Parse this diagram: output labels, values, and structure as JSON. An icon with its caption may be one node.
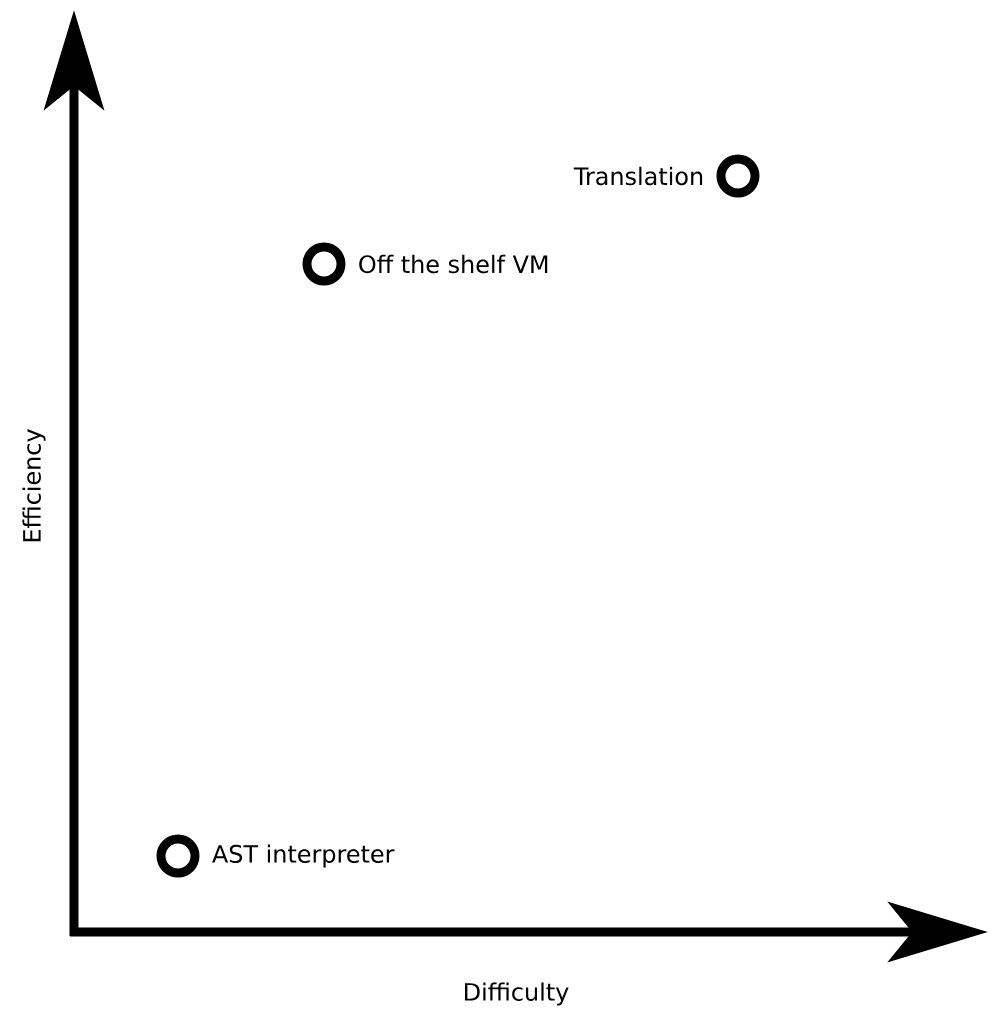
{
  "diagram": {
    "nodes": [
      {
        "text": [],
        "shape": "circle",
        "beside": [
          "Translation"
        ]
      },
      {
        "text": [],
        "shape": "circle",
        "beside": [
          "Off the shelf VM"
        ]
      },
      {
        "text": [],
        "shape": "circle",
        "beside": [
          "AST interpreter"
        ]
      }
    ],
    "labels": [
      "Efficiency",
      "Difficulty"
    ]
  }
}
